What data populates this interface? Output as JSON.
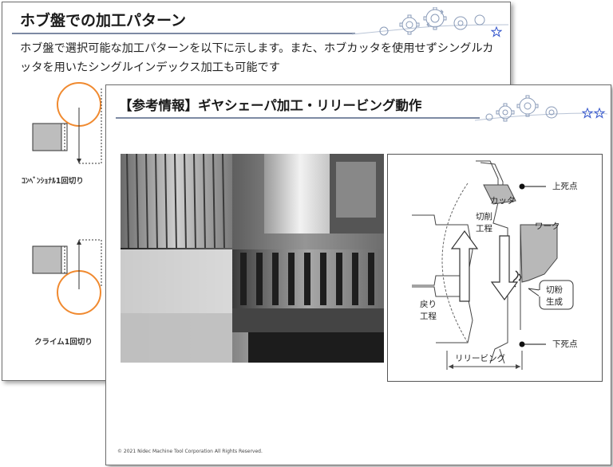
{
  "back_slide": {
    "title": "ホブ盤での加工パターン",
    "description": "ホブ盤で選択可能な加工パターンを以下に示します。また、ホブカッタを使用せずシングルカッタを用いたシングルインデックス加工も可能です",
    "labels": {
      "conventional": "ｺﾝﾍﾞﾝｼｮﾅﾙ1回切り",
      "climb": "クライム1回切り"
    }
  },
  "front_slide": {
    "title": "【参考情報】ギヤシェーパ加工・リリービング動作",
    "diagram_labels": {
      "top_dead_center": "上死点",
      "cutter": "カッタ",
      "cutting_stroke_1": "切削",
      "cutting_stroke_2": "工程",
      "work": "ワーク",
      "chip_1": "切粉",
      "chip_2": "生成",
      "return_stroke_1": "戻り",
      "return_stroke_2": "工程",
      "bottom_dead_center": "下死点",
      "relieving": "リリービング"
    },
    "copyright": "© 2021 Nidec Machine Tool Corporation  All Rights Reserved."
  },
  "colors": {
    "accent_orange": "#f08a30",
    "star_blue": "#3355cc",
    "work_gray": "#b8b8b8",
    "rule_gray": "#7d8aa3"
  },
  "icons": [
    "gear-decoration-icon",
    "star-icon"
  ]
}
